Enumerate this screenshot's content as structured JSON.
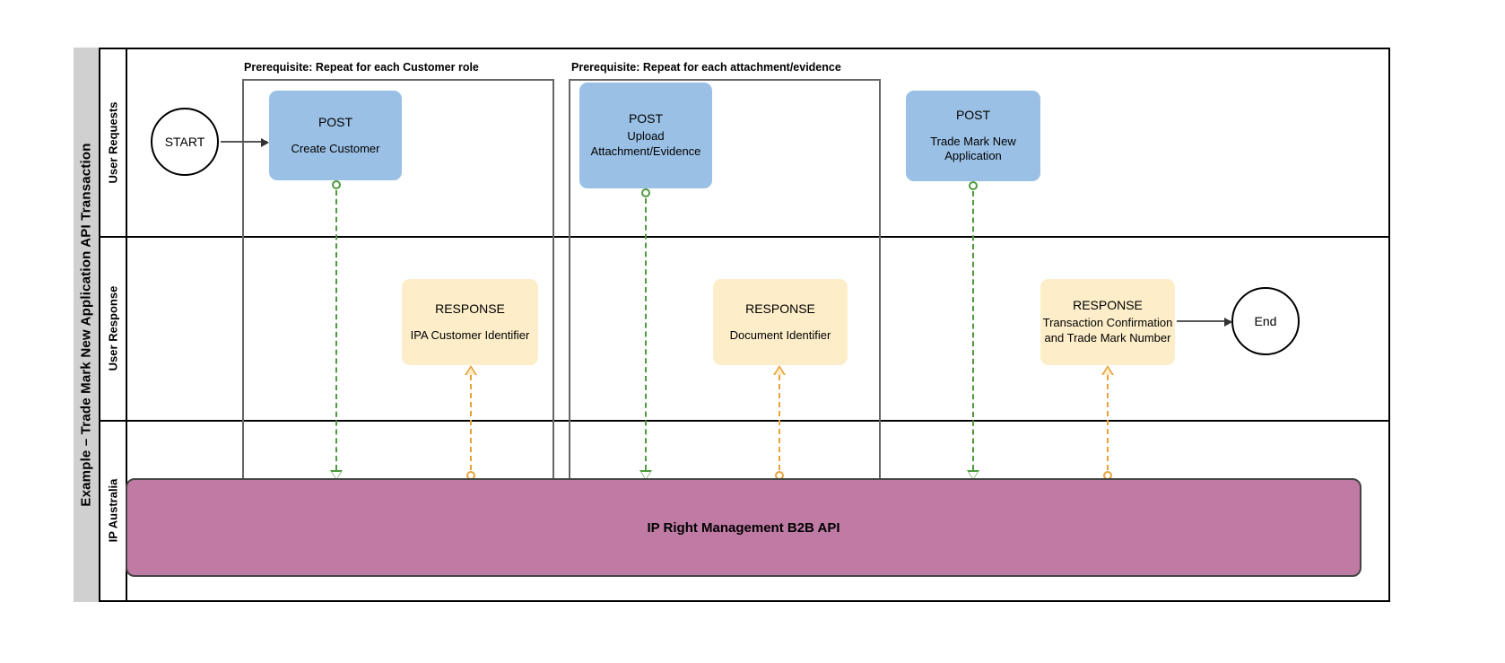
{
  "diagram": {
    "pool_title": "Example – Trade Mark New Application API Transaction",
    "lanes": [
      {
        "label": "User Requests"
      },
      {
        "label": "User Response"
      },
      {
        "label": "IP Australia"
      }
    ],
    "groups": [
      {
        "label": "Prerequisite: Repeat for each Customer role"
      },
      {
        "label": "Prerequisite: Repeat for each attachment/evidence"
      }
    ],
    "events": {
      "start": "START",
      "end": "End"
    },
    "tasks": {
      "post_create_customer": {
        "kind": "POST",
        "name": "Create Customer"
      },
      "post_upload_attachment": {
        "kind": "POST",
        "name": "Upload Attachment/Evidence"
      },
      "post_new_application": {
        "kind": "POST",
        "name": "Trade Mark New Application"
      },
      "response_customer_id": {
        "kind": "RESPONSE",
        "name": "IPA Customer Identifier"
      },
      "response_document_id": {
        "kind": "RESPONSE",
        "name": "Document Identifier"
      },
      "response_confirmation": {
        "kind": "RESPONSE",
        "name": "Transaction Confirmation and Trade Mark Number"
      }
    },
    "api_bar": {
      "label": "IP Right Management B2B API"
    },
    "colors": {
      "post_fill": "#9ac1e5",
      "response_fill": "#fdeec9",
      "api_bar_fill": "#c07ba5",
      "pool_header_fill": "#d0d0d0",
      "request_flow": "#4e9a3e",
      "response_flow": "#e8a33d",
      "group_border": "#666666"
    }
  }
}
